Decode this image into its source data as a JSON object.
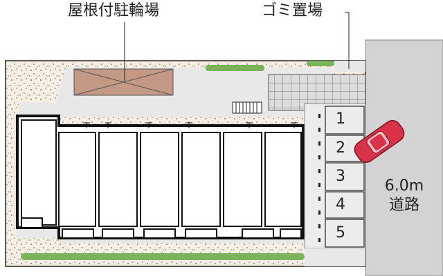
{
  "title_left": "屋根付駐輪場",
  "title_right": "ゴミ置場",
  "road": {
    "width": "6.0m",
    "label": "道路"
  },
  "parking_spaces": [
    "1",
    "2",
    "3",
    "4",
    "5"
  ],
  "colors": {
    "ground_speckled": "#f5efe3",
    "paving": "#e8e8e8",
    "building": "#ffffff",
    "road": "#d3d3d3",
    "bike_roof": "#c49a86",
    "hedge": "#7ab35a",
    "car": "#d9334a"
  },
  "icons": [
    "car-icon",
    "stairs-icon",
    "bike-roof-cross"
  ]
}
